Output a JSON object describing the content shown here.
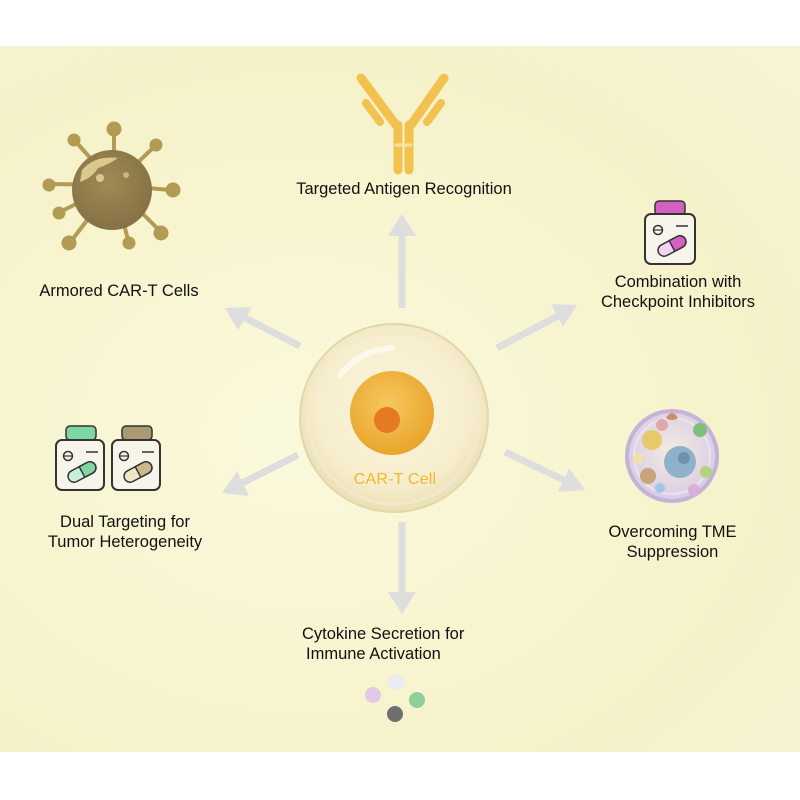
{
  "center": {
    "label": "CAR-T Cell"
  },
  "nodes": {
    "antigen": {
      "lines": [
        "Targeted Antigen Recognition"
      ]
    },
    "checkpoint": {
      "lines": [
        "Combination with",
        "Checkpoint Inhibitors"
      ]
    },
    "tme": {
      "lines": [
        "Overcoming TME",
        "Suppression"
      ]
    },
    "cytokine": {
      "lines": [
        "Cytokine Secretion for",
        "Immune Activation"
      ]
    },
    "dual": {
      "lines": [
        "Dual Targeting for",
        "Tumor Heterogeneity"
      ]
    },
    "armored": {
      "lines": [
        "Armored CAR-T Cells"
      ]
    }
  },
  "icons": {
    "antigen": "antibody-icon",
    "checkpoint": "drug-bottle-icon",
    "tme": "tumor-microenvironment-icon",
    "cytokine": "cytokine-spheres-icon",
    "dual": "two-drug-bottles-icon",
    "armored": "virus-icon"
  },
  "colors": {
    "background": "#f6f3cd",
    "arrow": "#dcdcdc",
    "cell_body": "#f7f0d2",
    "nucleus": "#f0b13a",
    "nucleolus": "#e67e22",
    "center_label": "#f0b82a",
    "antibody": "#f2c14e",
    "virus": "#b39b53",
    "bottle_cap_magenta": "#d65fc4",
    "bottle_cap_green": "#7ed6a2",
    "bottle_cap_brown": "#a99a72"
  }
}
